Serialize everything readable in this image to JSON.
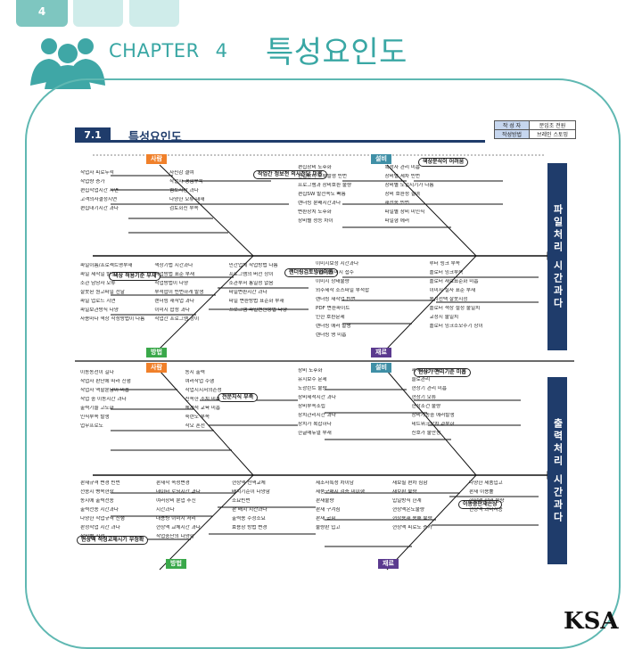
{
  "header": {
    "tab_number": "4",
    "chapter_label": "CHAPTER",
    "chapter_number": "4",
    "chapter_title": "특성요인도"
  },
  "brand": "KSA",
  "document": {
    "section_number": "7.1",
    "section_title": "특성요인도",
    "meta": [
      {
        "key": "작 성 자",
        "value": "분임조 전원"
      },
      {
        "key": "작성방법",
        "value": "브레인 스토밍"
      }
    ]
  },
  "diagrams": [
    {
      "effect": "파일처리 시간과다",
      "categories": [
        "사람",
        "설비",
        "방법",
        "재료"
      ],
      "category_colors": [
        "#f0802a",
        "#3f8fa6",
        "#3aa84a",
        "#5b3a8f"
      ],
      "callouts": [
        "작업간 정보전 의사전달 미흡",
        "색상분석이 어려움",
        "색상 적용기준 부재",
        "랜더링검토방법미흡"
      ],
      "people": [
        "작업자 피로누적",
        "작업량 증가",
        "편집작업시간 지연",
        "고객의사결정지연",
        "편집대기시간 과다",
        "자신감 결여",
        "작업자 경험부족",
        "컴토시간 과다",
        "다양한 오류 내재",
        "검토회신 부족"
      ],
      "equipment": [
        "편집장비 노후화",
        "편집장비 오류발생 빈번",
        "프로그램과 장비호환 불량",
        "편집SW 발전속도 빠름",
        "랜더링 분배시간과다",
        "변환장치 노후화",
        "장비별 성능 차이",
        "특정자 관리 미흡",
        "장비별 세차 빈번",
        "장비별 도입시기가 다름",
        "장비 호환성 결여",
        "재전송 빈번",
        "파일별 장비 미인식",
        "파일형 에러"
      ],
      "methods": [
        "파일이름/프로젝트명부재",
        "파일 제작일 발생",
        "소관 담당자 오류",
        "잘못된 원고파일 전달",
        "파일 업로드 지연",
        "파일보관방식 다양",
        "사용마다 색상 작성방법이 다름",
        "색상기법 시간과다",
        "작업방법 표준 부재",
        "작업방법이 다양",
        "부적합이 빈번하게 발생",
        "랜더링 재작업 과다",
        "이미지 합성 과다",
        "작업간 프로그램 상이",
        "민간업체 작업방법 다름",
        "프로그램의 버전 상이",
        "소관부서 통일성 없음",
        "파일변환시간 과다",
        "파일 변환방법 표준화 부재",
        "프로그램 파일변환방법 다양"
      ],
      "materials": [
        "이미지보정 시간과다",
        "저해상이미지 접수",
        "이미지 상태불량",
        "외주제작 소스파일 부적합",
        "랜더링 재작업 빈번",
        "PDF 변환파이트",
        "인한 호환문제",
        "랜더링 에러 발생",
        "렌더링 명 미흡",
        "루터 링크 부족",
        "플로터 잉크부족",
        "플로터 재료표준화 미흡",
        "이미지 실사 표준 부재",
        "용지선택 잘못지정",
        "플로터 색상 설정 불일치",
        "교정지 불일치",
        "플로터 잉크소모주기 상이"
      ]
    },
    {
      "effect": "출력처리 시간과다",
      "categories": [
        "사람",
        "설비",
        "방법",
        "재료"
      ],
      "category_colors": [
        "#f0802a",
        "#3f8fa6",
        "#3aa84a",
        "#5b3a8f"
      ],
      "callouts": [
        "전문지식 부족",
        "현상기 관리기준 미흡",
        "이동중판재손상",
        "현상액 적정교체시기 부정확"
      ],
      "people": [
        "이동동선이 길다",
        "작업자 판단에 따라 진행",
        "작업자 역할분담이 미흡",
        "작업 중 이동시간 과다",
        "출력기술 고도화",
        "인식부족 발생",
        "업무프로도",
        "동시 출력",
        "여러작업 수행",
        "작업지시서의존성",
        "신속한 조치 미흡",
        "체계적 교육 미흡",
        "숙련도 부족",
        "작오 혼선"
      ],
      "equipment": [
        "장비 노후화",
        "유지보수 문제",
        "노광린트 불량",
        "장비세척시간 과다",
        "장비부속조립",
        "장치관리시간 과다",
        "장치가 복잡하다",
        "한글매뉴얼 부재",
        "세척시간 과다",
        "슬로관리",
        "현상기 관리 미흡",
        "현상기 오류",
        "현상조건 불량",
        "장비가동중 에러발생",
        "네트워크장치 과부하",
        "신호가 불안정"
      ],
      "methods": [
        "판재규격 변경 빈번",
        "전송시 병목현상",
        "동시에 출력전송",
        "출력전송 시간과다",
        "다양한 작업규격 진행",
        "판정작업 시간 과다",
        "장비별 지정",
        "판재작 속성변경",
        "데이터 로딩시간 과다",
        "여러장비 분업 추진",
        "시간과다",
        "대용량 이미지 처리",
        "현상액 교체시간 과다",
        "작업중단의 다양함",
        "현상액 전역교체",
        "배치기준이 다양함",
        "소요빈번",
        "판 배치 시간과다",
        "출력용 수정소요",
        "효용장 방법 변경"
      ],
      "materials": [
        "제조사특성 차이남",
        "제품구매시 검증 미이행",
        "판재불량",
        "판재 구겨짐",
        "판재 굽힘",
        "불량판 입고",
        "재보필 편차 심함",
        "재보판 불량",
        "입일방식 한계",
        "현상액온도불량",
        "현상용재 용해 불량",
        "현상액 피로도 증가",
        "다양한 제품입고",
        "판재 이용률",
        "현상액 상태 불량",
        "현상액 과다사용"
      ]
    }
  ]
}
